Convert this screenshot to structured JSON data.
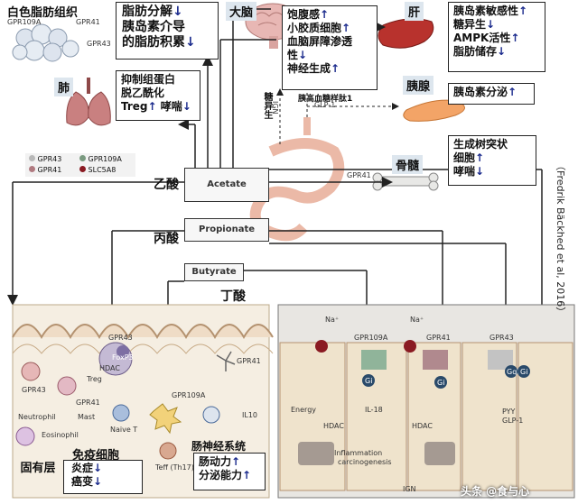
{
  "adipose": {
    "title": "白色脂肪组织",
    "receptors": [
      "GPR109A",
      "GPR41",
      "GPR43"
    ],
    "effects": [
      "脂肪分解",
      "胰岛素介导",
      "的脂肪积累"
    ],
    "arrows": [
      "↓",
      "↓"
    ]
  },
  "brain": {
    "title": "大脑",
    "effects": [
      "饱腹感",
      "小胶质细胞",
      "血脑屏障渗透",
      "性",
      "神经生成"
    ],
    "arrows": [
      "↑",
      "↑",
      "↓",
      "↑"
    ],
    "gluconeogenesis": "糖异生",
    "ign": "IGN"
  },
  "liver": {
    "title": "肝",
    "effects": [
      "胰岛素敏感性",
      "糖异生",
      "AMPK活性",
      "脂肪储存"
    ],
    "arrows": [
      "↑",
      "↓",
      "↑",
      "↓"
    ]
  },
  "lung": {
    "title": "肺",
    "effects": [
      "抑制组蛋白",
      "脱乙酰化",
      "Treg",
      "哮喘"
    ],
    "arrows": [
      "↑",
      "↓"
    ]
  },
  "pancreas": {
    "title": "胰腺",
    "effect": "胰岛素分泌",
    "arrow": "↑",
    "hormone_cn": "胰高血糖样肽1",
    "hormone": "GLP-1"
  },
  "marrow": {
    "title": "骨髓",
    "receptor": "GPR41",
    "effects": [
      "生成树突状",
      "细胞",
      "哮喘"
    ],
    "arrows": [
      "↑",
      "↓"
    ]
  },
  "legend": {
    "items": [
      {
        "label": "GPR43",
        "color": "#b9b9b9"
      },
      {
        "label": "GPR109A",
        "color": "#7a9a80"
      },
      {
        "label": "GPR41",
        "color": "#b07a80"
      },
      {
        "label": "SLC5A8",
        "color": "#8a1a22"
      }
    ]
  },
  "scfa": {
    "acetate_cn": "乙酸",
    "acetate": "Acetate",
    "propionate_cn": "丙酸",
    "propionate": "Propionate",
    "butyrate": "Butyrate",
    "butyrate_cn": "丁酸"
  },
  "lamina": {
    "labels": [
      "GPR43",
      "GPR43",
      "GPR41",
      "Neutrophil",
      "Mast",
      "Eosinophil",
      "FoxP3",
      "HDAC",
      "Treg",
      "GPR109A",
      "Naive T",
      "IL10",
      "Teff (Th17)",
      "GPR41"
    ],
    "immune_title": "免疫细胞",
    "immune_effects": [
      "炎症",
      "癌变"
    ],
    "immune_arrows": [
      "↓",
      "↓"
    ],
    "lp_title": "固有层",
    "enteric_title": "肠神经系统",
    "enteric_effects": [
      "肠动力",
      "分泌能力"
    ],
    "enteric_arrows": [
      "↑",
      "↑"
    ]
  },
  "colon": {
    "labels": [
      "Na⁺",
      "GPR109A",
      "Na⁺",
      "GPR41",
      "GPR43",
      "Gi",
      "Gi",
      "Gq",
      "Gi",
      "Energy",
      "HDAC",
      "IL-18",
      "HDAC",
      "PYY",
      "GLP-1",
      "Inflammation",
      "carcinogenesis",
      "IGN"
    ]
  },
  "credit": "（Fredrik Bäckhed et al, 2016）",
  "watermark": "头条 @食与心"
}
